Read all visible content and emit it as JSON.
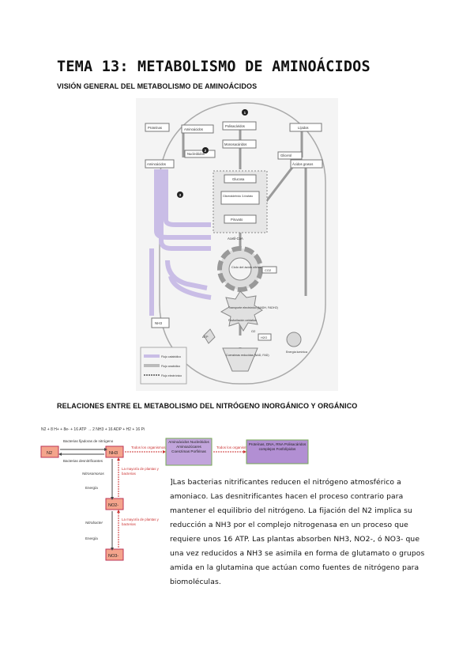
{
  "title": "TEMA 13: METABOLISMO DE AMINOÁCIDOS",
  "section1_heading": "VISIÓN GENERAL DEL METABOLISMO DE AMINOÁCIDOS",
  "section2_heading": "RELACIONES ENTRE EL METABOLISMO DEL NITRÓGENO INORGÁNICO Y ORGÁNICO",
  "figure1": {
    "markers": [
      "1",
      "2",
      "3"
    ],
    "boxes": {
      "proteinas": "Proteínas",
      "polisacaridos": "Polisacáridos",
      "lipidos": "Lípidos",
      "aminoacidos_top": "Aminoácidos",
      "monosacaridos": "Monosacáridos",
      "nucleotidos": "Nucleótidos",
      "aminoacidos": "Aminoácidos",
      "glicerol": "Glicerol",
      "acidos_grasos": "Ácidos grasos",
      "glucosa": "Glucosa",
      "gliceraldehido": "Gliceraldehído 3-fosfato",
      "piruvato": "Piruvato",
      "acetil_coa": "Acetil-CoA",
      "ciclo": "Ciclo del ácido cítrico",
      "co2": "CO2",
      "nh3": "NH3",
      "transporte": "Transporte electrónico (NADH, FADH2)",
      "fosforilacion": "Fosforilación oxidativa",
      "atp": "ATP",
      "h2o": "H2O",
      "o2": "O2",
      "coenzimas": "Coenzimas reducidas (NAD, FAD)",
      "energia": "Energía lumínica"
    },
    "legend": [
      "Flujo catabólico",
      "Flujo anabólico",
      "Flujo electrónico"
    ]
  },
  "figure2": {
    "equation": "N2 + 8 H+ + 8e- + 16 ATP → 2 NH3 + 16 ADP + H2 + 16 Pi",
    "n2": "N2",
    "nh3": "NH3",
    "no2": "NO2-",
    "no3": "NO3-",
    "bacterias_fijadoras": "Bacterias fijadoras de nitrógeno",
    "bacterias_desnitrificantes": "Bacterias desnitrificantes",
    "nitrosomonas": "Nitrosomonas",
    "nitrobacter": "Nitrobacter",
    "energia1": "Energía",
    "energia2": "Energía",
    "plantas1": "La mayoría de plantas y bacterias",
    "plantas2": "La mayoría de plantas y bacterias",
    "todos1": "Todos los organismos",
    "todos2": "Todos los organismos",
    "biomol1": "Aminoácidos Nucleótidos Aminoazúcares Coenzimas Porfirinas",
    "biomol2": "Proteínas, DNA, RNA Polisacáridos complejos Fosfolípidos"
  },
  "paragraph": "]Las bacterias nitrificantes reducen el nitrógeno atmosférico a amoniaco. Las desnitrificantes hacen el proceso contrario para mantener el equilibrio del nitrógeno. La fijación del N2 implica su reducción a NH3 por el complejo nitrogenasa en un proceso que requiere unos 16 ATP. Las plantas absorben NH3, NO2-, ó NO3- que una vez reducidos a NH3 se asimila en forma de glutamato o grupos amida en la glutamina que actúan como fuentes de nitrógeno para biomoléculas."
}
